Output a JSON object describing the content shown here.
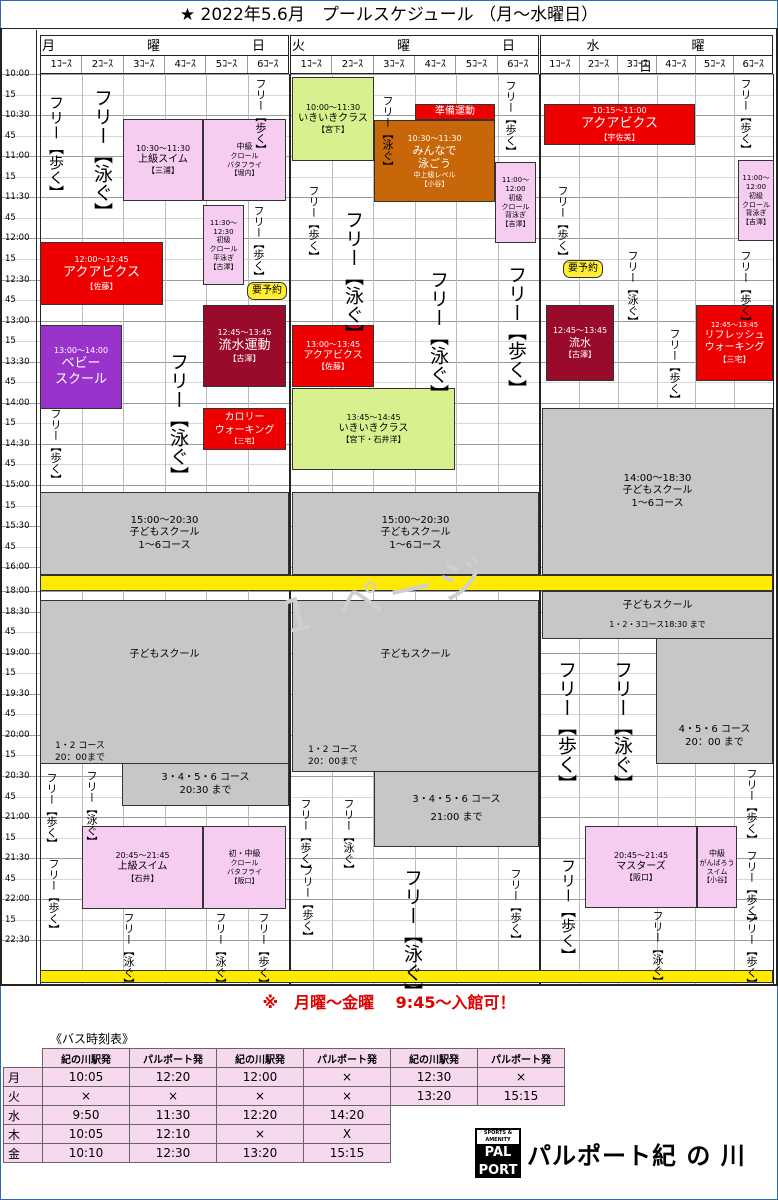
{
  "title": "★ 2022年5.6月　プールスケジュール （月～水曜日）",
  "days": [
    {
      "name": "月　　曜　　日"
    },
    {
      "name": "火　　曜　　日"
    },
    {
      "name": "水　　曜　　日"
    }
  ],
  "lanes": [
    "1ｺｰｽ",
    "2ｺｰｽ",
    "3ｺｰｽ",
    "4ｺｰｽ",
    "5ｺｰｽ",
    "6ｺｰｽ"
  ],
  "times": [
    "10:00",
    "15",
    "10:30",
    "45",
    "11:00",
    "15",
    "11:30",
    "45",
    "12:00",
    "15",
    "12:30",
    "45",
    "13:00",
    "15",
    "13:30",
    "45",
    "14:00",
    "15",
    "14:30",
    "45",
    "15:00",
    "15",
    "15:30",
    "45",
    "16:00",
    "18:00",
    "18:30",
    "45",
    "19:00",
    "15",
    "19:30",
    "45",
    "20:00",
    "15",
    "20:30",
    "45",
    "21:00",
    "15",
    "21:30",
    "45",
    "22:00",
    "15",
    "22:30"
  ],
  "mon": {
    "aqua_time": "12:00～12:45",
    "aqua_name": "アクアビクス",
    "aqua_inst": "【佐藤】",
    "joukyu_time": "10:30～11:30",
    "joukyu_name": "上級スイム",
    "joukyu_inst": "【三浦】",
    "chukyu_name": "中級",
    "chukyu_sub": "クロール\nバタフライ",
    "chukyu_inst": "【堀内】",
    "shokyu_time": "11:30～\n12:30",
    "shokyu_name": "初級",
    "shokyu_sub": "クロール\n平泳ぎ",
    "shokyu_inst": "【古澤】",
    "baby_time": "13:00～14:00",
    "baby_name": "ベビー\nスクール",
    "ryusui_time": "12:45～13:45",
    "ryusui_name": "流水運動",
    "ryusui_inst": "【古澤】",
    "calorie_name": "カロリー\nウォーキング",
    "calorie_inst": "【三宅】",
    "kodomo_time": "15:00～20:30",
    "kodomo_name": "子どもスクール",
    "kodomo_lanes": "1～6コース",
    "kodomo2_name": "子どもスクール",
    "kodomo2_a": "1・2 コース\n20：00まで",
    "kodomo2_b": "3・4・5・6 コース\n20:30 まで",
    "joukyu2_time": "20:45～21:45",
    "joukyu2_name": "上級スイム",
    "joukyu2_inst": "【石井】",
    "shochu_name": "初・中級",
    "shochu_sub": "クロール\nバタフライ",
    "shochu_inst": "【阪口】"
  },
  "tue": {
    "ikiiki_time": "10:00～11:30",
    "ikiiki_name": "いきいきクラス",
    "ikiiki_inst": "【宮下】",
    "junbi": "準備運動",
    "minna_time": "10:30～11:30",
    "minna_name": "みんなで\n泳ごう",
    "minna_level": "中上級レベル",
    "minna_inst": "【小谷】",
    "shokyu_time": "11:00～\n12:00",
    "shokyu_name": "初級",
    "shokyu_sub": "クロール\n背泳ぎ",
    "shokyu_inst": "【吉澤】",
    "aqua_time": "13:00～13:45",
    "aqua_name": "アクアビクス",
    "aqua_inst": "【佐藤】",
    "ikiiki2_time": "13:45～14:45",
    "ikiiki2_name": "いきいきクラス",
    "ikiiki2_inst": "【宮下・石井洋】",
    "kodomo_time": "15:00～20:30",
    "kodomo_name": "子どもスクール",
    "kodomo_lanes": "1～6コース",
    "kodomo2_name": "子どもスクール",
    "kodomo2_a": "1・2 コース\n20：00まで",
    "kodomo2_b": "3・4・5・6 コース\n21:00 まで"
  },
  "wed": {
    "aqua_time": "10:15～11:00",
    "aqua_name": "アクアビクス",
    "aqua_inst": "【宇佐美】",
    "shokyu_time": "11:00～\n12:00",
    "shokyu_name": "初級",
    "shokyu_sub": "クロール\n背泳ぎ",
    "shokyu_inst": "【吉澤】",
    "ryusui_time": "12:45～13:45",
    "ryusui_name": "流水",
    "ryusui_inst": "【古澤】",
    "refresh_time": "12:45～13:45",
    "refresh_name": "リフレッシュ\nウォーキング",
    "refresh_inst": "【三宅】",
    "kodomo_time": "14:00～18:30",
    "kodomo_name": "子どもスクール",
    "kodomo_lanes": "1～6コース",
    "kodomo2_name": "子どもスクール",
    "kodomo2_a": "1・2・3コース18:30 まで",
    "kodomo2_b": "4・5・6 コース\n20：00 まで",
    "masters_time": "20:45～21:45",
    "masters_name": "マスターズ",
    "masters_inst": "【阪口】",
    "chukyu_name": "中級",
    "chukyu_sub": "がんばろう\nスイム",
    "chukyu_inst": "【小谷】"
  },
  "labels": {
    "free": "フリー",
    "walk": "【歩く】",
    "swim": "【泳ぐ】",
    "yoyaku": "要予約"
  },
  "watermark": "1 ページ",
  "notice": "※　月曜～金曜　 9:45～入館可！",
  "bus": {
    "title": "《バス時刻表》",
    "headers": [
      "紀の川駅発",
      "パルポート発",
      "紀の川駅発",
      "パルポート発",
      "紀の川駅発",
      "パルポート発"
    ],
    "rows": [
      {
        "day": "月",
        "v": [
          "10:05",
          "12:20",
          "12:00",
          "×",
          "12:30",
          "×"
        ]
      },
      {
        "day": "火",
        "v": [
          "×",
          "×",
          "×",
          "×",
          "13:20",
          "15:15"
        ]
      },
      {
        "day": "水",
        "v": [
          "9:50",
          "11:30",
          "12:20",
          "14:20",
          "",
          ""
        ]
      },
      {
        "day": "木",
        "v": [
          "10:05",
          "12:10",
          "×",
          "X",
          "",
          ""
        ]
      },
      {
        "day": "金",
        "v": [
          "10:10",
          "12:30",
          "13:20",
          "15:15",
          "",
          ""
        ]
      }
    ]
  },
  "logo": {
    "mark": "PAL\nPORT",
    "tag": "SPORTS & AMENITY",
    "name": "パルポート紀 の 川"
  }
}
